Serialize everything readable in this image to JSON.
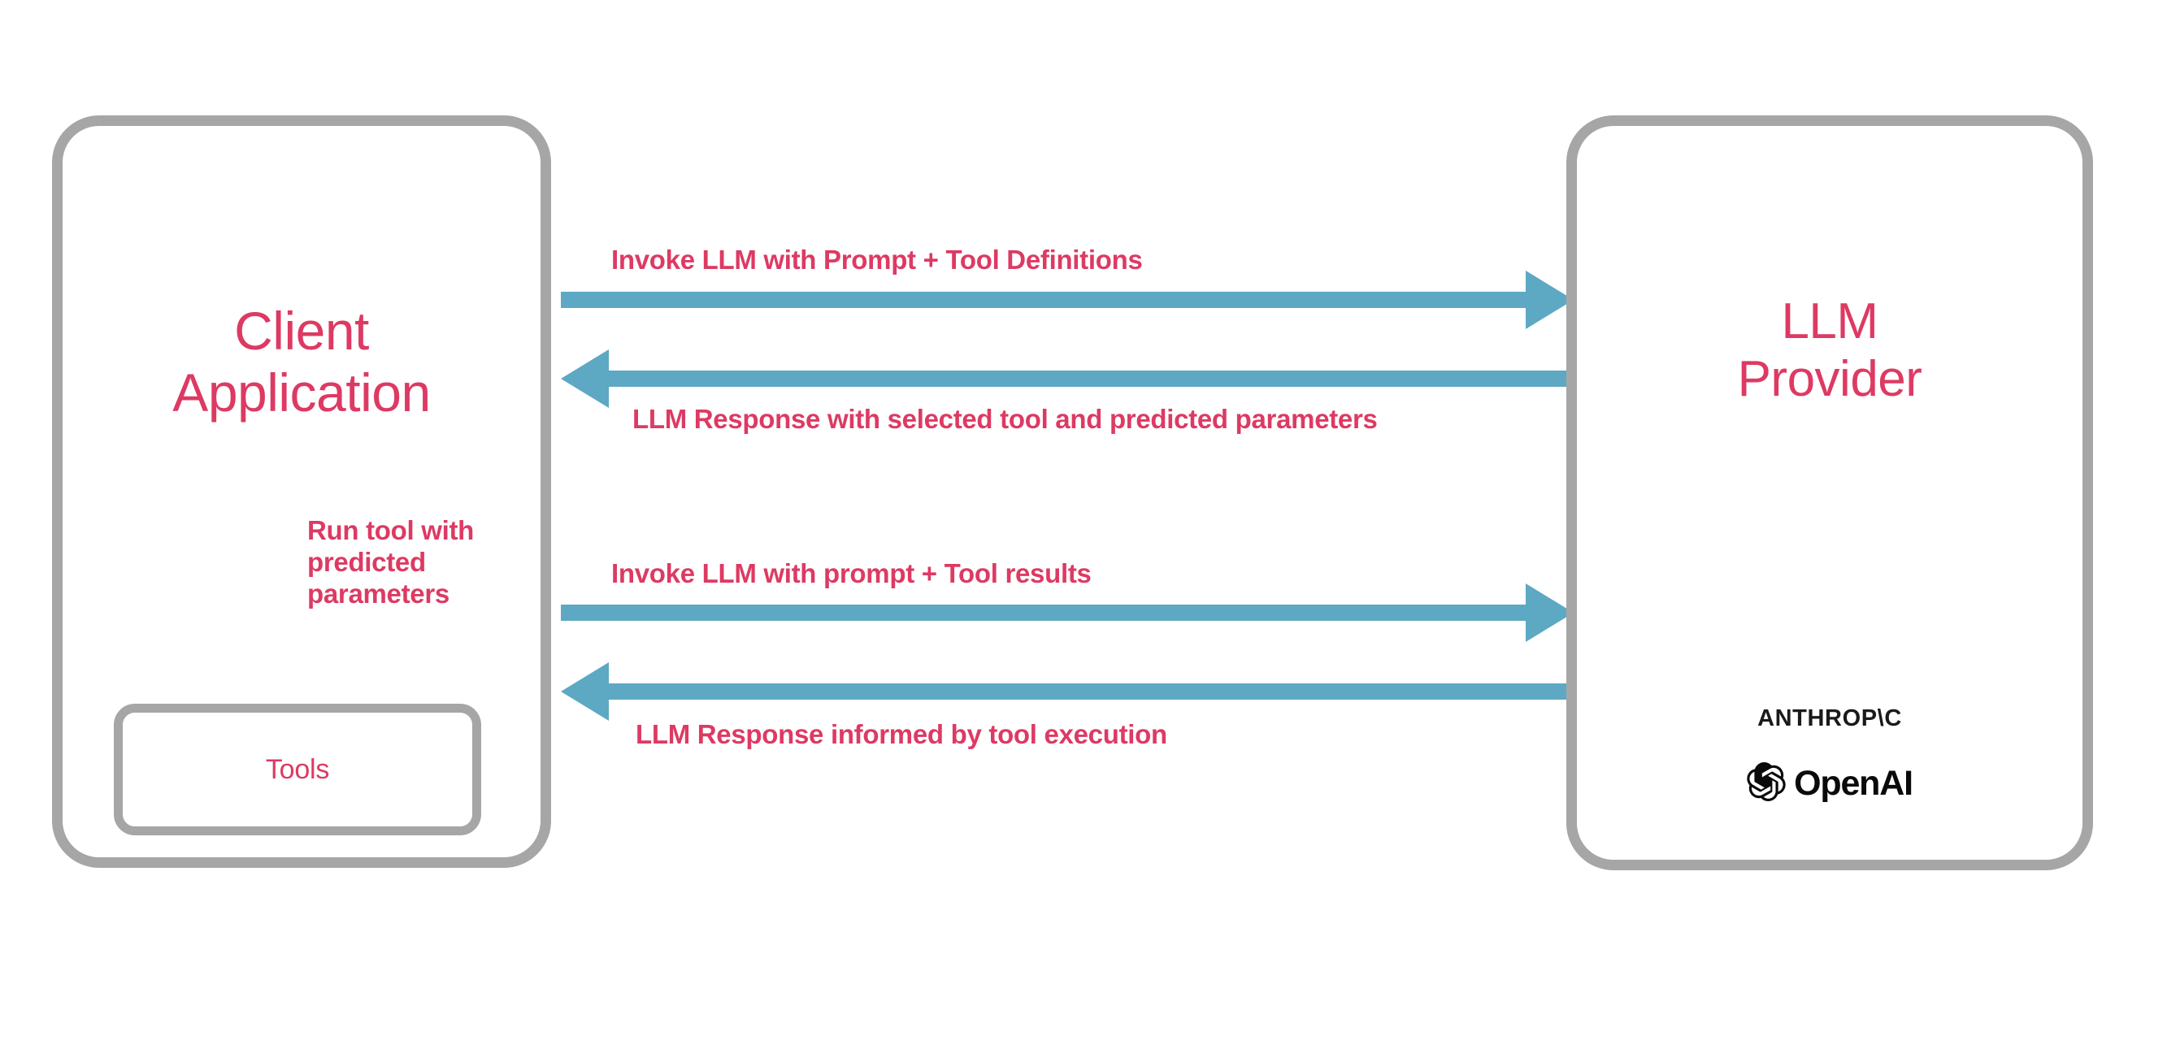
{
  "diagram": {
    "title": "LLM tool-calling sequence between client application and LLM provider",
    "colors": {
      "accent_text": "#dd3a63",
      "arrow": "#5da8c3",
      "box_border": "#a6a6a6",
      "background": "#ffffff",
      "logo_text": "#1a1a1a"
    },
    "nodes": {
      "client": {
        "label": "Client\nApplication",
        "inner": {
          "tools_label": "Tools"
        }
      },
      "llm_provider": {
        "label": "LLM\nProvider",
        "brands": [
          {
            "name": "anthropic-wordmark",
            "text": "ANTHROP\\C"
          },
          {
            "name": "openai-wordmark",
            "text": "OpenAI"
          }
        ]
      }
    },
    "arrows": [
      {
        "id": "invoke-llm-tools",
        "label": "Invoke LLM with Prompt + Tool Definitions",
        "direction": "right",
        "from": "client",
        "to": "llm_provider"
      },
      {
        "id": "llm-response-tool-selection",
        "label": "LLM Response with selected tool and predicted parameters",
        "direction": "left",
        "from": "llm_provider",
        "to": "client"
      },
      {
        "id": "invoke-llm-results",
        "label": "Invoke LLM with prompt + Tool results",
        "direction": "right",
        "from": "client",
        "to": "llm_provider"
      },
      {
        "id": "llm-response-informed",
        "label": "LLM Response informed by tool execution",
        "direction": "left",
        "from": "llm_provider",
        "to": "client"
      },
      {
        "id": "run-tool",
        "label": "Run tool with\npredicted\nparameters",
        "direction": "down",
        "from": "client",
        "to": "tools"
      }
    ]
  }
}
